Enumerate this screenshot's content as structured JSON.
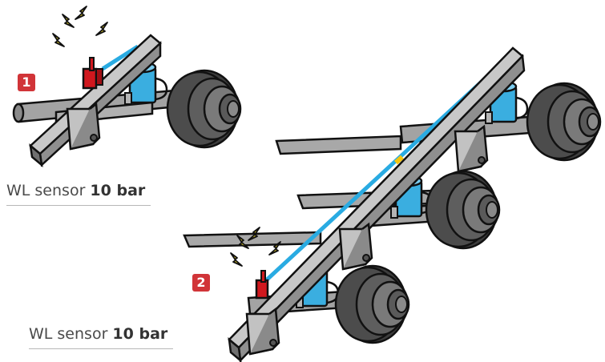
{
  "colors": {
    "steel": "#9b9b9b",
    "steel_dark": "#6e6e6e",
    "wheel": "#555555",
    "wheel_dark": "#383838",
    "hydraulic_line": "#29abe2",
    "cylinder": "#3aaee0",
    "sensor": "#d0181e",
    "spark": "#f2dd2b",
    "badge": "#d13438",
    "yellow_marker": "#f3c40f"
  },
  "figure_1": {
    "badge": "1",
    "caption_prefix": "WL sensor ",
    "caption_value": "10 bar"
  },
  "figure_2": {
    "badge": "2",
    "caption_prefix": "WL sensor ",
    "caption_value": "10 bar"
  },
  "icons": [
    "warning-spark-icon",
    "pressure-sensor-icon",
    "hydraulic-cylinder-icon",
    "wheel-icon"
  ]
}
